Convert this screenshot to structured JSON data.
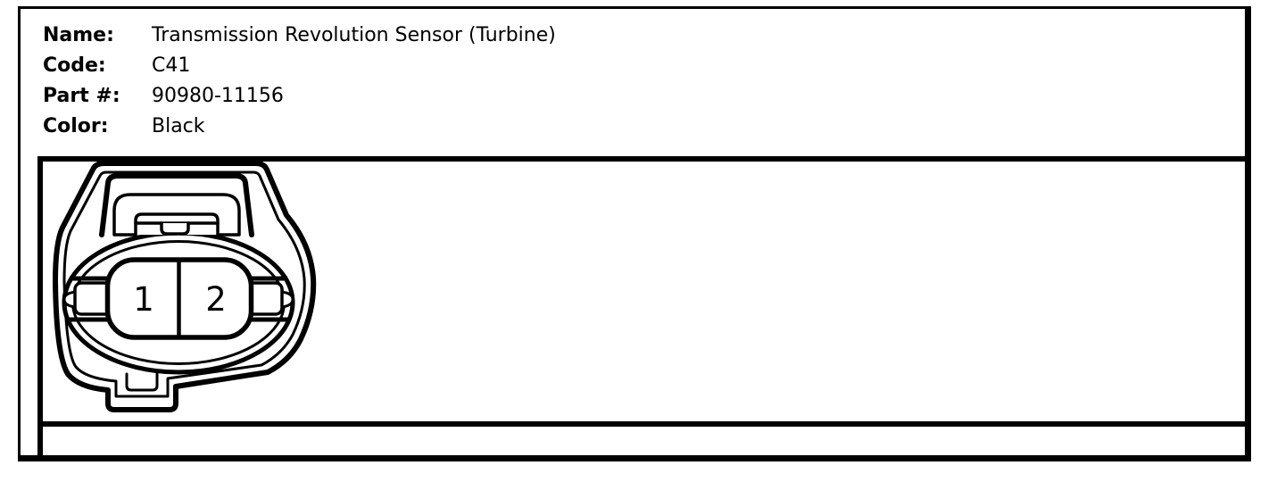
{
  "panel": {
    "fields": [
      {
        "label": "Name:",
        "value": "Transmission Revolution Sensor (Turbine)"
      },
      {
        "label": "Code:",
        "value": "C41"
      },
      {
        "label": "Part #:",
        "value": "90980-11156"
      },
      {
        "label": "Color:",
        "value": "Black"
      }
    ]
  },
  "diagram": {
    "pins": [
      "1",
      "2"
    ],
    "description": "2-pin connector face view"
  },
  "colors": {
    "ink": "#000000",
    "background": "#ffffff"
  }
}
